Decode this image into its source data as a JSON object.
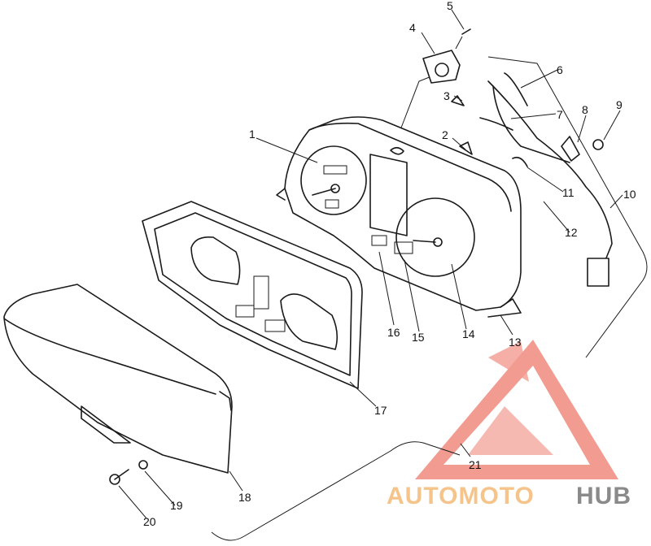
{
  "callouts": [
    {
      "n": "1"
    },
    {
      "n": "2"
    },
    {
      "n": "3"
    },
    {
      "n": "4"
    },
    {
      "n": "5"
    },
    {
      "n": "6"
    },
    {
      "n": "7"
    },
    {
      "n": "8"
    },
    {
      "n": "9"
    },
    {
      "n": "10"
    },
    {
      "n": "11"
    },
    {
      "n": "12"
    },
    {
      "n": "13"
    },
    {
      "n": "14"
    },
    {
      "n": "15"
    },
    {
      "n": "16"
    },
    {
      "n": "17"
    },
    {
      "n": "18"
    },
    {
      "n": "19"
    },
    {
      "n": "20"
    },
    {
      "n": "21"
    }
  ],
  "watermark": {
    "part1": "AUTOMOTO",
    "part2": "HUB",
    "color_primary": "#f08a7e",
    "color_secondary": "#f6c48a",
    "color_tertiary": "#8a8a8a"
  }
}
